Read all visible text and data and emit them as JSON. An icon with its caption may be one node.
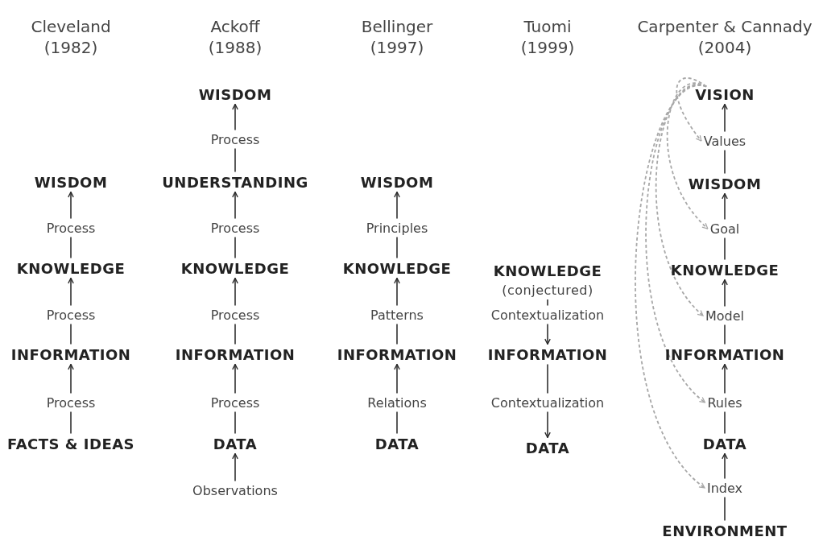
{
  "diagram": {
    "nodes": [
      {
        "text": [
          "WISDOM"
        ]
      },
      {
        "text": [
          "Process"
        ]
      },
      {
        "text": [
          "KNOWLEDGE"
        ]
      },
      {
        "text": [
          "Process"
        ]
      },
      {
        "text": [
          "INFORMATION"
        ]
      },
      {
        "text": [
          "Process"
        ]
      },
      {
        "text": [
          "FACTS & IDEAS"
        ]
      },
      {
        "text": [
          "WISDOM"
        ]
      },
      {
        "text": [
          "Process"
        ]
      },
      {
        "text": [
          "UNDERSTANDING"
        ]
      },
      {
        "text": [
          "Process"
        ]
      },
      {
        "text": [
          "KNOWLEDGE"
        ]
      },
      {
        "text": [
          "Process"
        ]
      },
      {
        "text": [
          "INFORMATION"
        ]
      },
      {
        "text": [
          "Process"
        ]
      },
      {
        "text": [
          "DATA"
        ]
      },
      {
        "text": [
          "Observations"
        ]
      },
      {
        "text": [
          "WISDOM"
        ]
      },
      {
        "text": [
          "Principles"
        ]
      },
      {
        "text": [
          "KNOWLEDGE"
        ]
      },
      {
        "text": [
          "Patterns"
        ]
      },
      {
        "text": [
          "INFORMATION"
        ]
      },
      {
        "text": [
          "Relations"
        ]
      },
      {
        "text": [
          "DATA"
        ]
      },
      {
        "text": [
          "KNOWLEDGE",
          "(conjectured)"
        ]
      },
      {
        "text": [
          "Contextualization"
        ]
      },
      {
        "text": [
          "INFORMATION"
        ]
      },
      {
        "text": [
          "Contextualization"
        ]
      },
      {
        "text": [
          "DATA"
        ]
      },
      {
        "text": [
          "VISION"
        ]
      },
      {
        "text": [
          "Values"
        ]
      },
      {
        "text": [
          "WISDOM"
        ]
      },
      {
        "text": [
          "Goal"
        ]
      },
      {
        "text": [
          "KNOWLEDGE"
        ]
      },
      {
        "text": [
          "Model"
        ]
      },
      {
        "text": [
          "INFORMATION"
        ]
      },
      {
        "text": [
          "Rules"
        ]
      },
      {
        "text": [
          "DATA"
        ]
      },
      {
        "text": [
          "Index"
        ]
      },
      {
        "text": [
          "ENVIRONMENT"
        ]
      }
    ],
    "edges": [
      {
        "from": 6,
        "to": 5,
        "arrow": "none"
      },
      {
        "from": 5,
        "to": 4,
        "arrow": "to"
      },
      {
        "from": 4,
        "to": 3,
        "arrow": "none"
      },
      {
        "from": 3,
        "to": 2,
        "arrow": "to"
      },
      {
        "from": 2,
        "to": 1,
        "arrow": "none"
      },
      {
        "from": 1,
        "to": 0,
        "arrow": "to"
      },
      {
        "from": 16,
        "to": 15,
        "arrow": "to"
      },
      {
        "from": 15,
        "to": 14,
        "arrow": "none"
      },
      {
        "from": 14,
        "to": 13,
        "arrow": "to"
      },
      {
        "from": 13,
        "to": 12,
        "arrow": "none"
      },
      {
        "from": 12,
        "to": 11,
        "arrow": "to"
      },
      {
        "from": 11,
        "to": 10,
        "arrow": "none"
      },
      {
        "from": 10,
        "to": 9,
        "arrow": "to"
      },
      {
        "from": 9,
        "to": 8,
        "arrow": "none"
      },
      {
        "from": 8,
        "to": 7,
        "arrow": "to"
      },
      {
        "from": 23,
        "to": 22,
        "arrow": "none"
      },
      {
        "from": 22,
        "to": 21,
        "arrow": "to"
      },
      {
        "from": 21,
        "to": 20,
        "arrow": "none"
      },
      {
        "from": 20,
        "to": 19,
        "arrow": "to"
      },
      {
        "from": 19,
        "to": 18,
        "arrow": "none"
      },
      {
        "from": 18,
        "to": 17,
        "arrow": "to"
      },
      {
        "from": 24,
        "to": 25,
        "arrow": "none"
      },
      {
        "from": 25,
        "to": 26,
        "arrow": "to"
      },
      {
        "from": 26,
        "to": 27,
        "arrow": "none"
      },
      {
        "from": 27,
        "to": 28,
        "arrow": "to"
      },
      {
        "from": 39,
        "to": 38,
        "arrow": "none"
      },
      {
        "from": 38,
        "to": 37,
        "arrow": "to"
      },
      {
        "from": 37,
        "to": 36,
        "arrow": "none"
      },
      {
        "from": 36,
        "to": 35,
        "arrow": "to"
      },
      {
        "from": 35,
        "to": 34,
        "arrow": "none"
      },
      {
        "from": 34,
        "to": 33,
        "arrow": "to"
      },
      {
        "from": 33,
        "to": 32,
        "arrow": "none"
      },
      {
        "from": 32,
        "to": 31,
        "arrow": "to"
      },
      {
        "from": 31,
        "to": 30,
        "arrow": "none"
      },
      {
        "from": 30,
        "to": 29,
        "arrow": "to"
      },
      {
        "from": 29,
        "to": 30,
        "arrow": "to",
        "style": "dashed",
        "color": "#a8a8a8"
      },
      {
        "from": 29,
        "to": 32,
        "arrow": "to",
        "style": "dashed",
        "color": "#a8a8a8"
      },
      {
        "from": 29,
        "to": 34,
        "arrow": "to",
        "style": "dashed",
        "color": "#a8a8a8"
      },
      {
        "from": 29,
        "to": 36,
        "arrow": "to",
        "style": "dashed",
        "color": "#a8a8a8"
      },
      {
        "from": 29,
        "to": 38,
        "arrow": "to",
        "style": "dashed",
        "color": "#a8a8a8"
      }
    ],
    "labels": [
      "Cleveland (1982)",
      "Ackoff (1988)",
      "Bellinger (1997)",
      "Tuomi (1999)",
      "Carpenter & Cannady (2004)"
    ]
  }
}
